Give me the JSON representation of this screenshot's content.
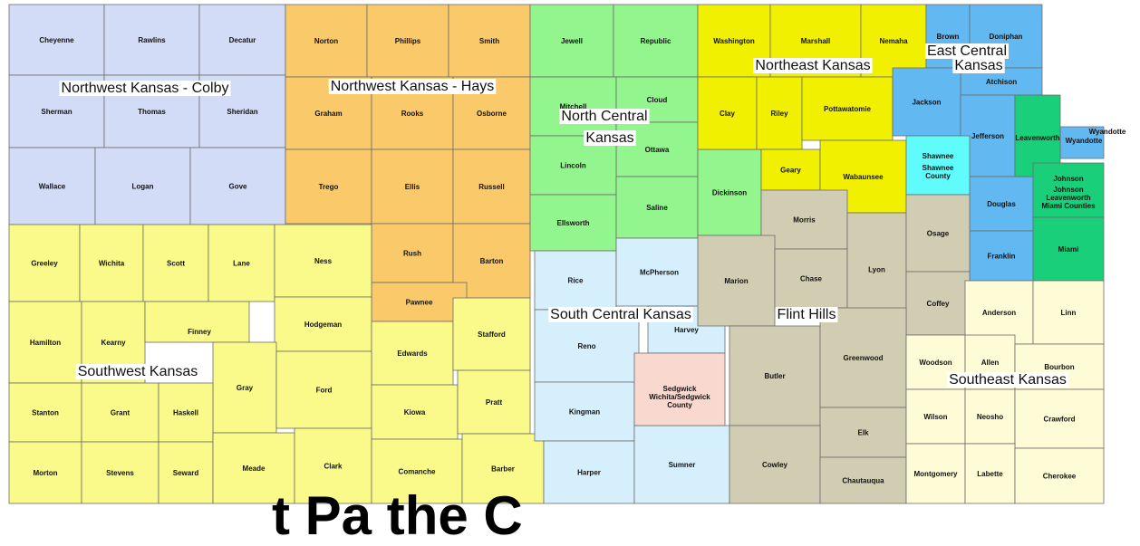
{
  "colors": {
    "nw_colby": "#d3dcf7",
    "nw_hays": "#f9c96a",
    "north_central": "#92f58e",
    "northeast": "#f0f000",
    "east_central": "#62b8f0",
    "leavenworth": "#19cf7a",
    "shawnee": "#5ffcfb",
    "southwest": "#fafa8a",
    "south_central": "#d6effc",
    "sedgwick": "#f9d8d0",
    "flint_hills": "#d0cdb2",
    "southeast": "#fefcd6"
  },
  "region_labels": [
    {
      "name": "nw-colby",
      "text": "Northwest Kansas - Colby"
    },
    {
      "name": "nw-hays",
      "text": "Northwest Kansas - Hays"
    },
    {
      "name": "northeast",
      "text": "Northeast Kansas"
    },
    {
      "name": "east-central-1",
      "text": "East Central"
    },
    {
      "name": "east-central-2",
      "text": "Kansas"
    },
    {
      "name": "north-central-1",
      "text": "North Central"
    },
    {
      "name": "north-central-2",
      "text": "Kansas"
    },
    {
      "name": "south-central",
      "text": "South Central Kansas"
    },
    {
      "name": "flint-hills",
      "text": "Flint Hills"
    },
    {
      "name": "southwest",
      "text": "Southwest Kansas"
    },
    {
      "name": "southeast",
      "text": "Southeast Kansas"
    }
  ],
  "counties": [
    {
      "name": "Cheyenne",
      "region": "nw_colby"
    },
    {
      "name": "Rawlins",
      "region": "nw_colby"
    },
    {
      "name": "Decatur",
      "region": "nw_colby"
    },
    {
      "name": "Sherman",
      "region": "nw_colby"
    },
    {
      "name": "Thomas",
      "region": "nw_colby"
    },
    {
      "name": "Sheridan",
      "region": "nw_colby"
    },
    {
      "name": "Wallace",
      "region": "nw_colby"
    },
    {
      "name": "Logan",
      "region": "nw_colby"
    },
    {
      "name": "Gove",
      "region": "nw_colby"
    },
    {
      "name": "Norton",
      "region": "nw_hays"
    },
    {
      "name": "Phillips",
      "region": "nw_hays"
    },
    {
      "name": "Smith",
      "region": "nw_hays"
    },
    {
      "name": "Graham",
      "region": "nw_hays"
    },
    {
      "name": "Rooks",
      "region": "nw_hays"
    },
    {
      "name": "Osborne",
      "region": "nw_hays"
    },
    {
      "name": "Trego",
      "region": "nw_hays"
    },
    {
      "name": "Ellis",
      "region": "nw_hays"
    },
    {
      "name": "Russell",
      "region": "nw_hays"
    },
    {
      "name": "Rush",
      "region": "nw_hays"
    },
    {
      "name": "Barton",
      "region": "nw_hays"
    },
    {
      "name": "Pawnee",
      "region": "nw_hays"
    },
    {
      "name": "Jewell",
      "region": "north_central"
    },
    {
      "name": "Republic",
      "region": "north_central"
    },
    {
      "name": "Mitchell",
      "region": "north_central"
    },
    {
      "name": "Cloud",
      "region": "north_central"
    },
    {
      "name": "Ottawa",
      "region": "north_central"
    },
    {
      "name": "Lincoln",
      "region": "north_central"
    },
    {
      "name": "Ellsworth",
      "region": "north_central"
    },
    {
      "name": "Saline",
      "region": "north_central"
    },
    {
      "name": "Dickinson",
      "region": "north_central"
    },
    {
      "name": "Washington",
      "region": "northeast"
    },
    {
      "name": "Marshall",
      "region": "northeast"
    },
    {
      "name": "Nemaha",
      "region": "northeast"
    },
    {
      "name": "Clay",
      "region": "northeast"
    },
    {
      "name": "Riley",
      "region": "northeast"
    },
    {
      "name": "Pottawatomie",
      "region": "northeast"
    },
    {
      "name": "Geary",
      "region": "northeast"
    },
    {
      "name": "Wabaunsee",
      "region": "northeast"
    },
    {
      "name": "Brown",
      "region": "east_central"
    },
    {
      "name": "Doniphan",
      "region": "east_central"
    },
    {
      "name": "Atchison",
      "region": "east_central"
    },
    {
      "name": "Jackson",
      "region": "east_central"
    },
    {
      "name": "Jefferson",
      "region": "east_central"
    },
    {
      "name": "Douglas",
      "region": "east_central"
    },
    {
      "name": "Franklin",
      "region": "east_central"
    },
    {
      "name": "Wyandotte",
      "region": "east_central"
    },
    {
      "name": "County",
      "region": "east_central"
    },
    {
      "name": "Leavenworth",
      "region": "leavenworth"
    },
    {
      "name": "Johnson",
      "region": "leavenworth"
    },
    {
      "name": "Miami",
      "region": "leavenworth"
    },
    {
      "name": "Shawnee",
      "region": "shawnee"
    },
    {
      "name": "Greeley",
      "region": "southwest"
    },
    {
      "name": "Wichita",
      "region": "southwest"
    },
    {
      "name": "Scott",
      "region": "southwest"
    },
    {
      "name": "Lane",
      "region": "southwest"
    },
    {
      "name": "Ness",
      "region": "southwest"
    },
    {
      "name": "Hamilton",
      "region": "southwest"
    },
    {
      "name": "Kearny",
      "region": "southwest"
    },
    {
      "name": "Finney",
      "region": "southwest"
    },
    {
      "name": "Hodgeman",
      "region": "southwest"
    },
    {
      "name": "Edwards",
      "region": "southwest"
    },
    {
      "name": "Stafford",
      "region": "southwest"
    },
    {
      "name": "Gray",
      "region": "southwest"
    },
    {
      "name": "Ford",
      "region": "southwest"
    },
    {
      "name": "Stanton",
      "region": "southwest"
    },
    {
      "name": "Grant",
      "region": "southwest"
    },
    {
      "name": "Haskell",
      "region": "southwest"
    },
    {
      "name": "Kiowa",
      "region": "southwest"
    },
    {
      "name": "Pratt",
      "region": "southwest"
    },
    {
      "name": "Morton",
      "region": "southwest"
    },
    {
      "name": "Stevens",
      "region": "southwest"
    },
    {
      "name": "Seward",
      "region": "southwest"
    },
    {
      "name": "Meade",
      "region": "southwest"
    },
    {
      "name": "Clark",
      "region": "southwest"
    },
    {
      "name": "Comanche",
      "region": "southwest"
    },
    {
      "name": "Barber",
      "region": "southwest"
    },
    {
      "name": "Rice",
      "region": "south_central"
    },
    {
      "name": "McPherson",
      "region": "south_central"
    },
    {
      "name": "Reno",
      "region": "south_central"
    },
    {
      "name": "Harvey",
      "region": "south_central"
    },
    {
      "name": "Kingman",
      "region": "south_central"
    },
    {
      "name": "Harper",
      "region": "south_central"
    },
    {
      "name": "Sumner",
      "region": "south_central"
    },
    {
      "name": "Sedgwick",
      "region": "sedgwick"
    },
    {
      "name": "Morris",
      "region": "flint_hills"
    },
    {
      "name": "Marion",
      "region": "flint_hills"
    },
    {
      "name": "Chase",
      "region": "flint_hills"
    },
    {
      "name": "Lyon",
      "region": "flint_hills"
    },
    {
      "name": "Osage",
      "region": "flint_hills"
    },
    {
      "name": "Coffey",
      "region": "flint_hills"
    },
    {
      "name": "Butler",
      "region": "flint_hills"
    },
    {
      "name": "Greenwood",
      "region": "flint_hills"
    },
    {
      "name": "Elk",
      "region": "flint_hills"
    },
    {
      "name": "Cowley",
      "region": "flint_hills"
    },
    {
      "name": "Chautauqua",
      "region": "flint_hills"
    },
    {
      "name": "Anderson",
      "region": "southeast"
    },
    {
      "name": "Linn",
      "region": "southeast"
    },
    {
      "name": "Woodson",
      "region": "southeast"
    },
    {
      "name": "Allen",
      "region": "southeast"
    },
    {
      "name": "Bourbon",
      "region": "southeast"
    },
    {
      "name": "Wilson",
      "region": "southeast"
    },
    {
      "name": "Neosho",
      "region": "southeast"
    },
    {
      "name": "Crawford",
      "region": "southeast"
    },
    {
      "name": "Montgomery",
      "region": "southeast"
    },
    {
      "name": "Labette",
      "region": "southeast"
    },
    {
      "name": "Cherokee",
      "region": "southeast"
    }
  ],
  "notes": [
    {
      "name": "wyandotte-note-1",
      "text": "Wyandotte"
    },
    {
      "name": "shawnee-note-1",
      "text": "Shawnee"
    },
    {
      "name": "shawnee-note-2",
      "text": "County"
    },
    {
      "name": "sedgwick-note-1",
      "text": "Wichita/Sedgwick"
    },
    {
      "name": "sedgwick-note-2",
      "text": "County"
    },
    {
      "name": "johnson-note-1",
      "text": "Johnson"
    },
    {
      "name": "johnson-note-2",
      "text": "Leavenworth"
    },
    {
      "name": "johnson-note-3",
      "text": "Miami Counties"
    }
  ],
  "bottom_text": "t Pa  the C"
}
